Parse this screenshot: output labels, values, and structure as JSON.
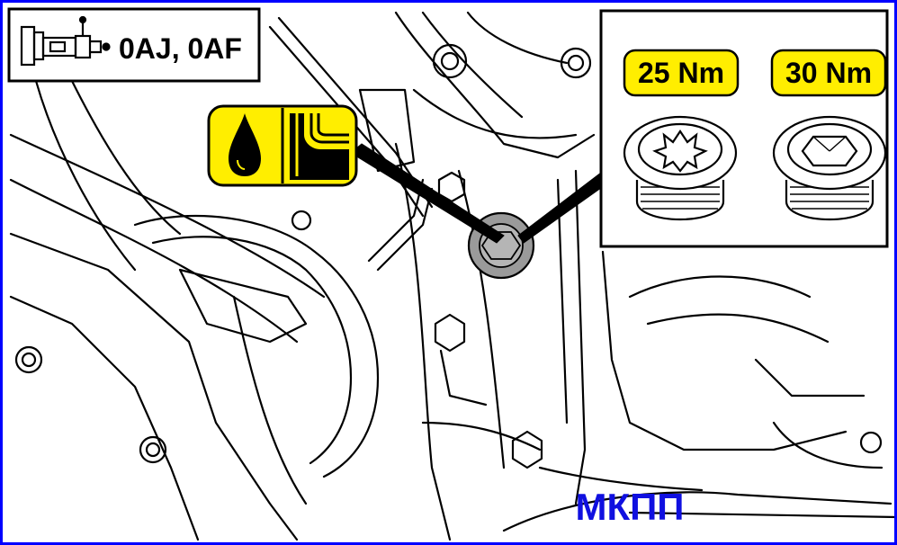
{
  "header": {
    "gearbox_codes": "0AJ, 0AF"
  },
  "callouts": {
    "torque_left": "25 Nm",
    "torque_right": "30 Nm"
  },
  "footer": {
    "caption": "МКПП"
  },
  "icons": {
    "gearbox": "gearbox-icon",
    "oil_fill": "oil-fill-level-icon",
    "plug_torx": "torx-plug-icon",
    "plug_hex": "hex-plug-icon"
  },
  "colors": {
    "frame": "#0000ff",
    "highlight": "#ffee00",
    "caption": "#1010e0",
    "line": "#000000",
    "plug_fill": "#9a9a9a"
  }
}
